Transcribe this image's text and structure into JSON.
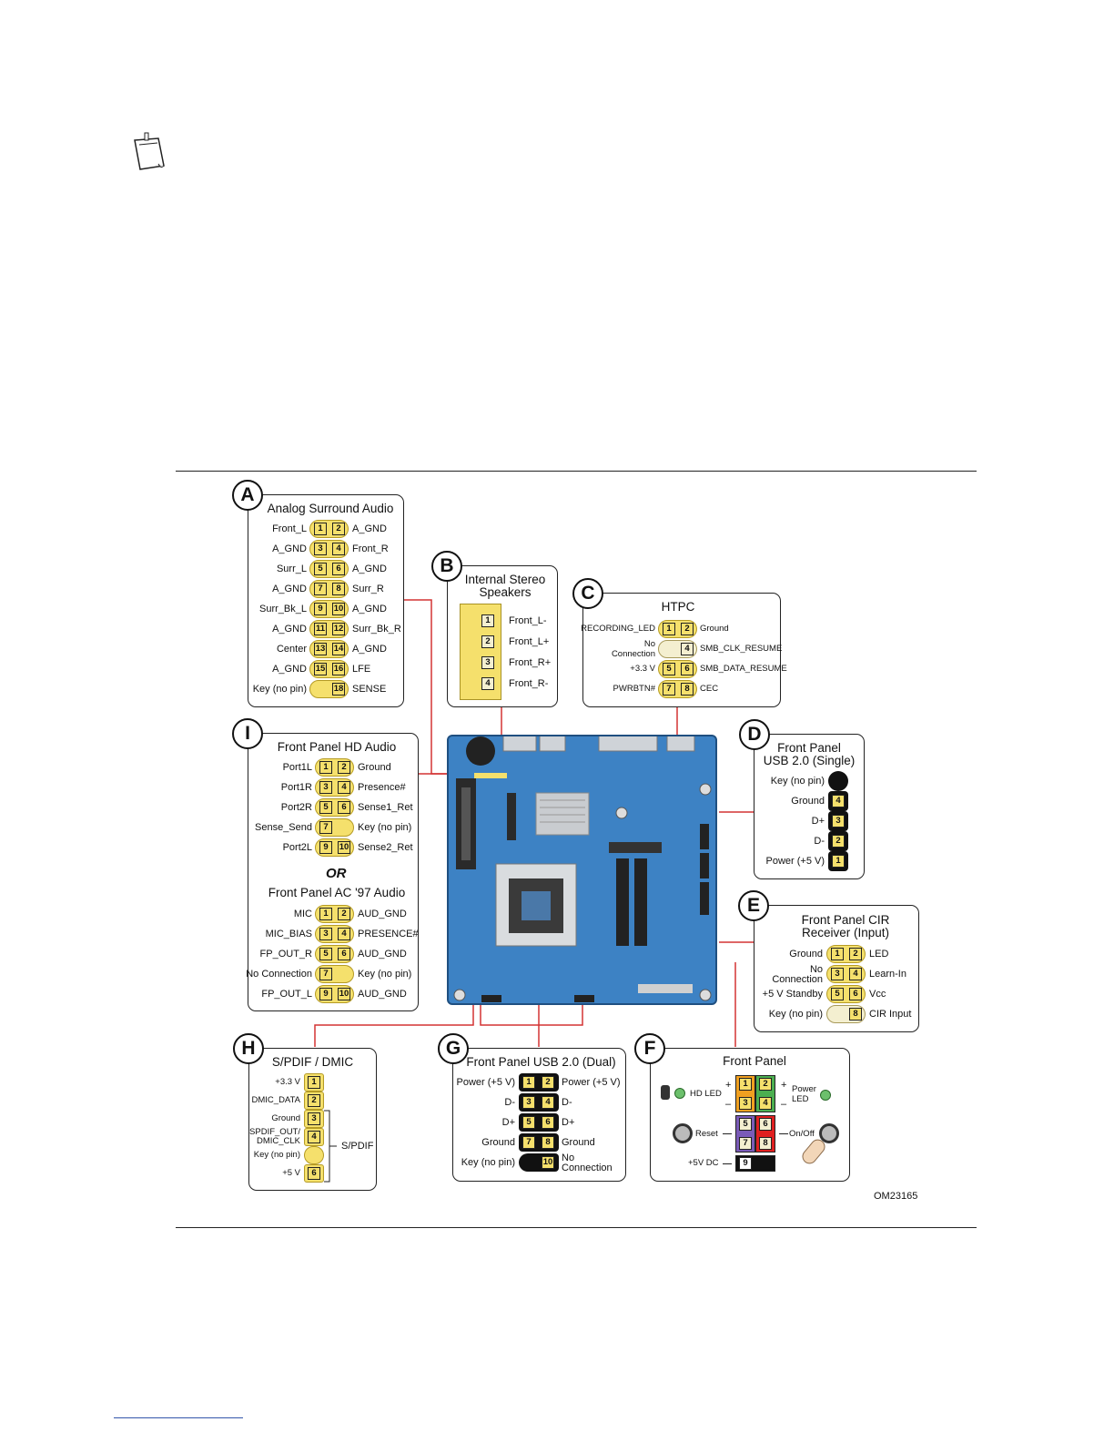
{
  "figure_id": "OM23165",
  "panels": {
    "A": {
      "badge": "A",
      "title": "Analog Surround Audio",
      "rows": [
        {
          "left": "Front_L",
          "p1": "1",
          "p2": "2",
          "right": "A_GND"
        },
        {
          "left": "A_GND",
          "p1": "3",
          "p2": "4",
          "right": "Front_R"
        },
        {
          "left": "Surr_L",
          "p1": "5",
          "p2": "6",
          "right": "A_GND"
        },
        {
          "left": "A_GND",
          "p1": "7",
          "p2": "8",
          "right": "Surr_R"
        },
        {
          "left": "Surr_Bk_L",
          "p1": "9",
          "p2": "10",
          "right": "A_GND"
        },
        {
          "left": "A_GND",
          "p1": "11",
          "p2": "12",
          "right": "Surr_Bk_R"
        },
        {
          "left": "Center",
          "p1": "13",
          "p2": "14",
          "right": "A_GND"
        },
        {
          "left": "A_GND",
          "p1": "15",
          "p2": "16",
          "right": "LFE"
        },
        {
          "left": "Key (no pin)",
          "p1": "",
          "p2": "18",
          "right": "SENSE"
        }
      ]
    },
    "B": {
      "badge": "B",
      "title_line1": "Internal Stereo",
      "title_line2": "Speakers",
      "rows": [
        {
          "pin": "1",
          "label": "Front_L-"
        },
        {
          "pin": "2",
          "label": "Front_L+"
        },
        {
          "pin": "3",
          "label": "Front_R+"
        },
        {
          "pin": "4",
          "label": "Front_R-"
        }
      ]
    },
    "C": {
      "badge": "C",
      "title": "HTPC",
      "rows": [
        {
          "left": "RECORDING_LED",
          "left2": "",
          "p1": "1",
          "p2": "2",
          "right": "Ground"
        },
        {
          "left": "No",
          "left2": "Connection",
          "p1": "",
          "p2": "4",
          "right": "SMB_CLK_RESUME"
        },
        {
          "left": "+3.3 V",
          "left2": "",
          "p1": "5",
          "p2": "6",
          "right": "SMB_DATA_RESUME"
        },
        {
          "left": "PWRBTN#",
          "left2": "",
          "p1": "7",
          "p2": "8",
          "right": "CEC"
        }
      ]
    },
    "D": {
      "badge": "D",
      "title_line1": "Front Panel",
      "title_line2": "USB 2.0 (Single)",
      "rows": [
        {
          "label": "Key (no pin)",
          "pin": ""
        },
        {
          "label": "Ground",
          "pin": "4"
        },
        {
          "label": "D+",
          "pin": "3"
        },
        {
          "label": "D-",
          "pin": "2"
        },
        {
          "label": "Power (+5 V)",
          "pin": "1"
        }
      ]
    },
    "E": {
      "badge": "E",
      "title_line1": "Front Panel CIR",
      "title_line2": "Receiver (Input)",
      "rows": [
        {
          "left": "Ground",
          "left2": "",
          "p1": "1",
          "p2": "2",
          "right": "LED"
        },
        {
          "left": "No",
          "left2": "Connection",
          "p1": "3",
          "p2": "4",
          "right": "Learn-In"
        },
        {
          "left": "+5 V Standby",
          "left2": "",
          "p1": "5",
          "p2": "6",
          "right": "Vcc"
        },
        {
          "left": "Key (no pin)",
          "left2": "",
          "p1": "",
          "p2": "8",
          "right": "CIR Input"
        }
      ]
    },
    "F": {
      "badge": "F",
      "title": "Front Panel",
      "hd_led": "HD LED",
      "power_led_line1": "Power",
      "power_led_line2": "LED",
      "reset": "Reset",
      "onoff": "On/Off",
      "v5dc": "+5V DC",
      "plus": "+",
      "minus": "–",
      "pins": [
        "1",
        "2",
        "3",
        "4",
        "5",
        "6",
        "7",
        "8",
        "9"
      ],
      "colors": {
        "orange": "#f0a020",
        "green": "#4caf50",
        "purple": "#7a5bb8",
        "red": "#e02020",
        "black": "#111111"
      }
    },
    "G": {
      "badge": "G",
      "title": "Front Panel USB 2.0 (Dual)",
      "rows": [
        {
          "left": "Power (+5 V)",
          "p1": "1",
          "p2": "2",
          "right": "Power (+5 V)",
          "right2": ""
        },
        {
          "left": "D-",
          "p1": "3",
          "p2": "4",
          "right": "D-",
          "right2": ""
        },
        {
          "left": "D+",
          "p1": "5",
          "p2": "6",
          "right": "D+",
          "right2": ""
        },
        {
          "left": "Ground",
          "p1": "7",
          "p2": "8",
          "right": "Ground",
          "right2": ""
        },
        {
          "left": "Key (no pin)",
          "p1": "",
          "p2": "10",
          "right": "No",
          "right2": "Connection"
        }
      ]
    },
    "H": {
      "badge": "H",
      "title": "S/PDIF / DMIC",
      "bracket_label": "S/PDIF",
      "rows": [
        {
          "label": "+3.3 V",
          "label2": "",
          "pin": "1"
        },
        {
          "label": "DMIC_DATA",
          "label2": "",
          "pin": "2"
        },
        {
          "label": "Ground",
          "label2": "",
          "pin": "3"
        },
        {
          "label": "SPDIF_OUT/",
          "label2": "DMIC_CLK",
          "pin": "4"
        },
        {
          "label": "Key (no pin)",
          "label2": "",
          "pin": ""
        },
        {
          "label": "+5 V",
          "label2": "",
          "pin": "6"
        }
      ]
    },
    "I": {
      "badge": "I",
      "title": "Front Panel HD Audio",
      "or": "OR",
      "title2": "Front Panel AC '97 Audio",
      "rows": [
        {
          "left": "Port1L",
          "p1": "1",
          "p2": "2",
          "right": "Ground"
        },
        {
          "left": "Port1R",
          "p1": "3",
          "p2": "4",
          "right": "Presence#"
        },
        {
          "left": "Port2R",
          "p1": "5",
          "p2": "6",
          "right": "Sense1_Ret"
        },
        {
          "left": "Sense_Send",
          "p1": "7",
          "p2": "",
          "right": "Key (no pin)"
        },
        {
          "left": "Port2L",
          "p1": "9",
          "p2": "10",
          "right": "Sense2_Ret"
        }
      ],
      "rows2": [
        {
          "left": "MIC",
          "p1": "1",
          "p2": "2",
          "right": "AUD_GND"
        },
        {
          "left": "MIC_BIAS",
          "p1": "3",
          "p2": "4",
          "right": "PRESENCE#"
        },
        {
          "left": "FP_OUT_R",
          "p1": "5",
          "p2": "6",
          "right": "AUD_GND"
        },
        {
          "left": "No Connection",
          "p1": "7",
          "p2": "",
          "right": "Key (no pin)"
        },
        {
          "left": "FP_OUT_L",
          "p1": "9",
          "p2": "10",
          "right": "AUD_GND"
        }
      ]
    }
  },
  "colors": {
    "pin_yellow": "#f5e06c",
    "pin_cream": "#f4efd0",
    "board_blue": "#3d82c4",
    "wire_red": "#d33333"
  }
}
